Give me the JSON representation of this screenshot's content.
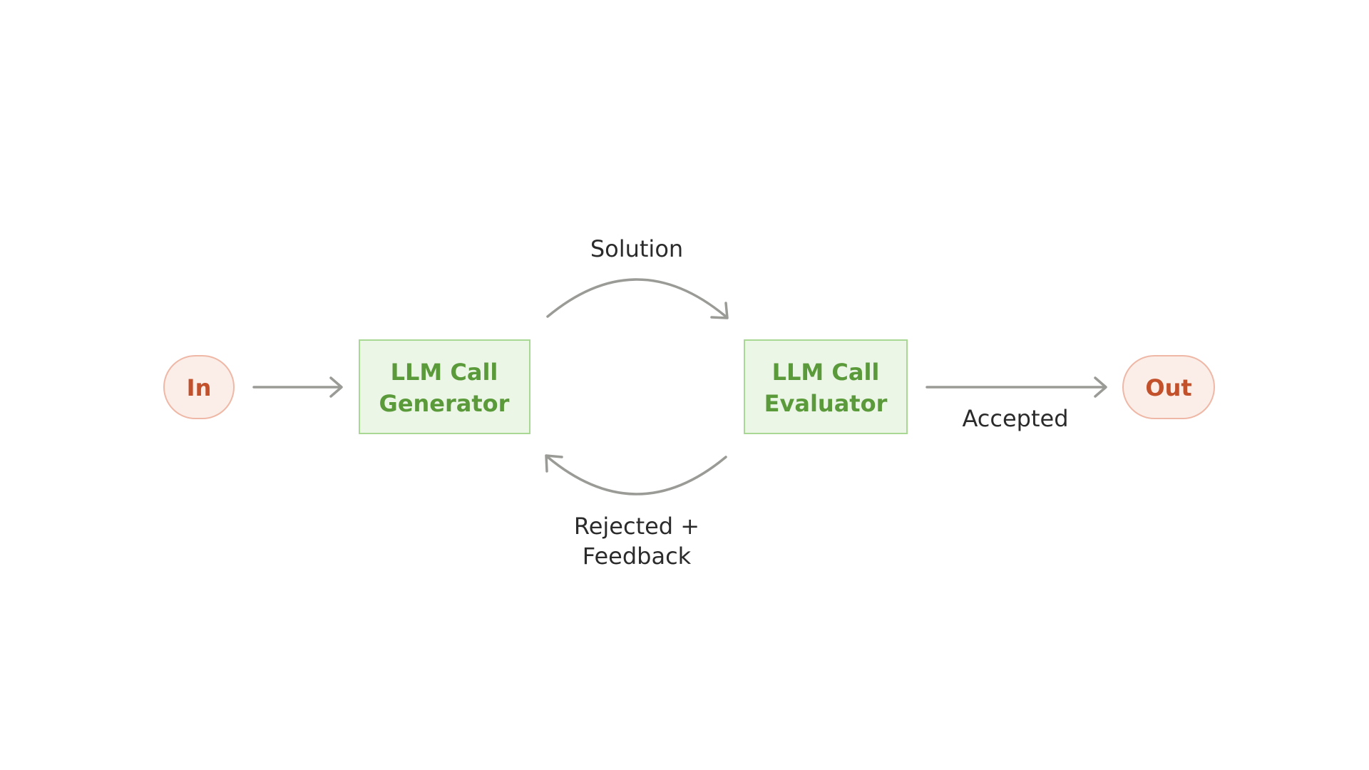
{
  "nodes": {
    "input": {
      "label": "In"
    },
    "generator": {
      "line1": "LLM Call",
      "line2": "Generator"
    },
    "evaluator": {
      "line1": "LLM Call",
      "line2": "Evaluator"
    },
    "output": {
      "label": "Out"
    }
  },
  "edges": {
    "solution": {
      "label": "Solution"
    },
    "rejected": {
      "line1": "Rejected +",
      "line2": "Feedback"
    },
    "accepted": {
      "label": "Accepted"
    }
  },
  "colors": {
    "terminal_fill": "#fbeee9",
    "terminal_stroke": "#efb8a6",
    "terminal_text": "#c2502b",
    "box_fill": "#ebf6e6",
    "box_stroke": "#a8d894",
    "box_text": "#5b9a3a",
    "arrow": "#9a9a96",
    "edge_label": "#2b2b2b"
  }
}
